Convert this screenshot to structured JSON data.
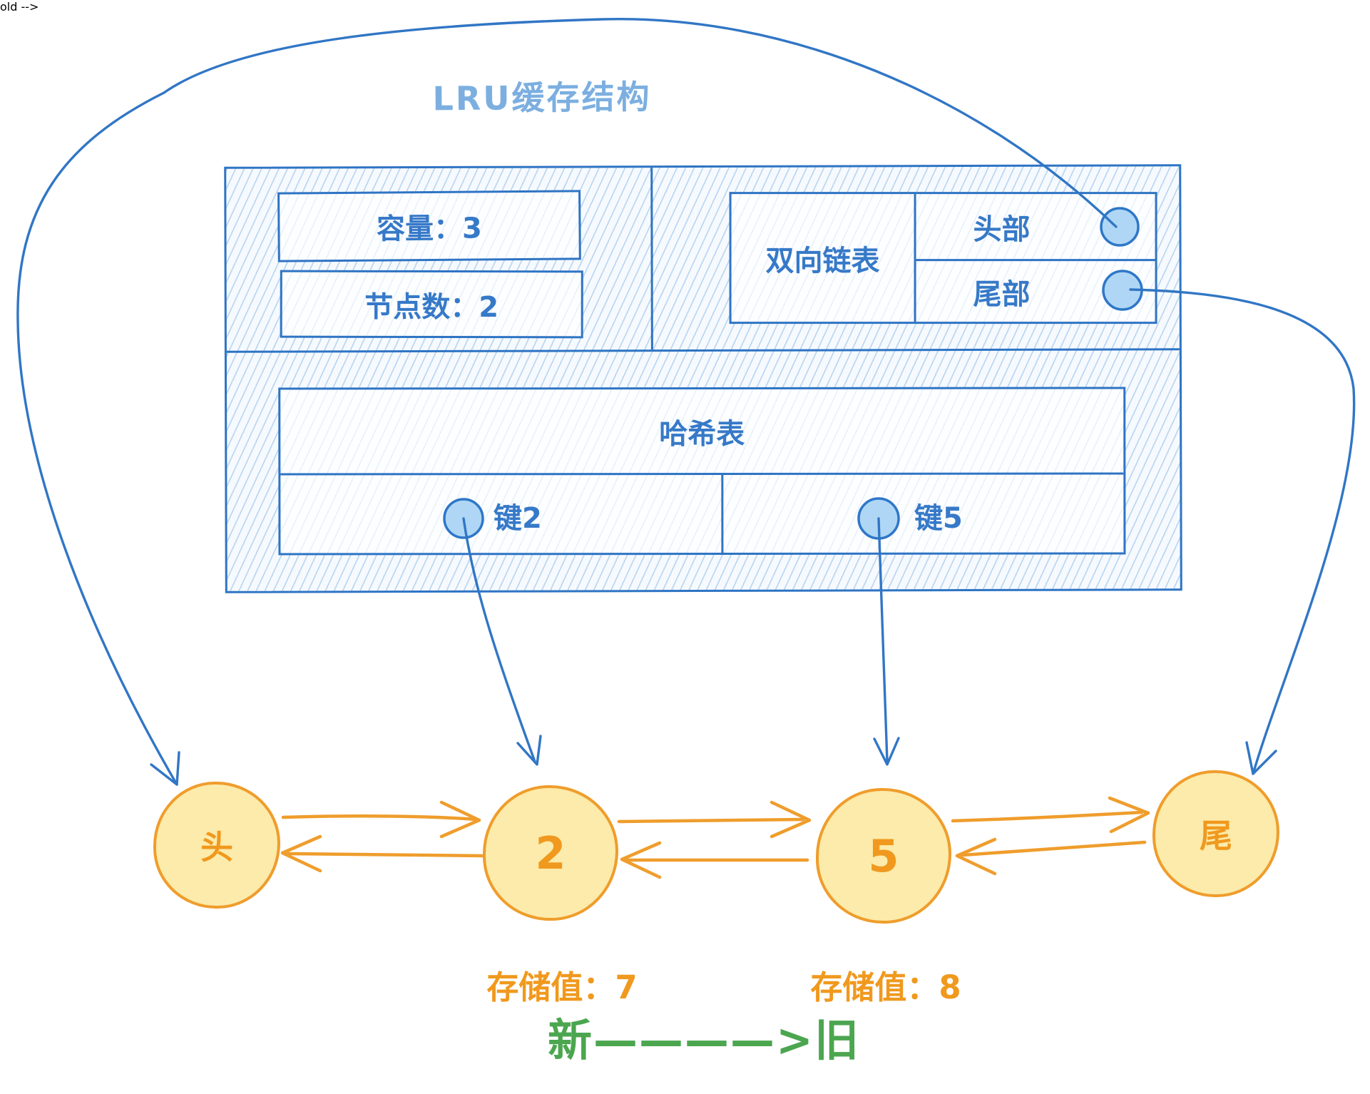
{
  "title": "LRU缓存结构",
  "cache_box": {
    "capacity": "容量：3",
    "node_count": "节点数：2",
    "dll": {
      "label": "双向链表",
      "head": "头部",
      "tail": "尾部"
    },
    "hash": {
      "label": "哈希表",
      "keys": [
        "键2",
        "键5"
      ]
    }
  },
  "nodes": [
    {
      "label": "头"
    },
    {
      "label": "2",
      "value": "存储值：7"
    },
    {
      "label": "5",
      "value": "存储值：8"
    },
    {
      "label": "尾"
    }
  ],
  "legend": "新————>旧",
  "colors": {
    "line_blue": "#3176C5",
    "box_blue": "#2E74C4",
    "text_blue": "#3679C8",
    "title_blue": "#7CAFE0",
    "pointer_fill": "#AFD7F5",
    "pointer_stroke": "#2E77C8",
    "node_fill": "#FCEBAA",
    "node_stroke": "#EF9D2C",
    "orange_text": "#F0991E",
    "legend_green": "#4BA64F"
  }
}
